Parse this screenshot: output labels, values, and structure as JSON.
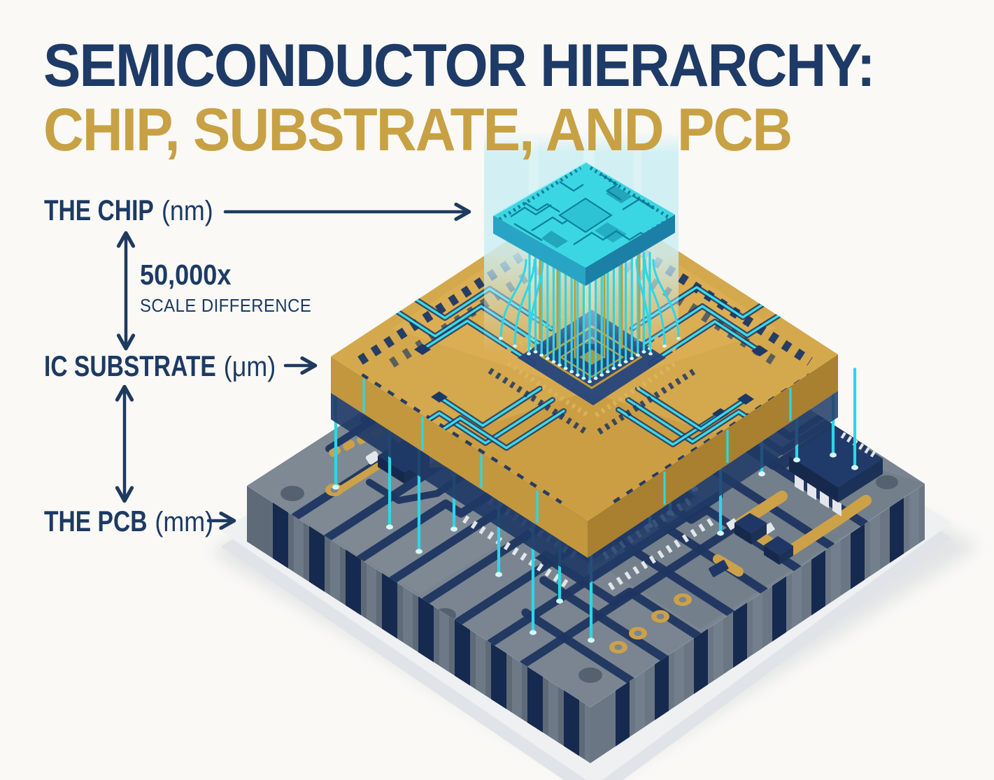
{
  "title": {
    "line1": "SEMICONDUCTOR HIERARCHY:",
    "line2": "CHIP, SUBSTRATE, AND PCB"
  },
  "labels": {
    "chip": {
      "name": "THE CHIP",
      "unit": "(nm)"
    },
    "substrate": {
      "name": "IC SUBSTRATE",
      "unit": "(μm)"
    },
    "pcb": {
      "name": "THE PCB",
      "unit": "(mm)"
    }
  },
  "scale_note": {
    "value": "50,000x",
    "caption": "SCALE DIFFERENCE"
  },
  "palette": {
    "background": "#faf9f6",
    "title_navy": "#1e3a66",
    "title_gold": "#c7a144",
    "label_navy": "#1c3a63",
    "arrow_navy": "#1e3a5f",
    "chip_top": "#3bd6e4",
    "chip_side_left": "#28a4c4",
    "chip_side_right": "#1b7fa6",
    "chip_circuit": "#0c7f9b",
    "glow": "#cdeff3",
    "wire_cyan": "#2bd7e8",
    "trace_cyan": "#39dce8",
    "pin_gold": "#c59b36",
    "substrate_top": "#d4a84c",
    "substrate_side_left": "#c3973d",
    "substrate_side_right": "#a98030",
    "substrate_under_navy": "#203a66",
    "substrate_pad_navy": "#1d3766",
    "pcb_top": "#7a8591",
    "pcb_side_left": "#5e6a78",
    "pcb_side_right": "#6b7684",
    "pcb_stripe": "#16294f",
    "pcb_side_light": "#7b8794",
    "pcb_trace_navy": "#1d3560",
    "pcb_trace_gold": "#cda148",
    "pcb_hole": "#566170",
    "solder_silver": "#e3e6ea",
    "base_white": "#eef0f2",
    "base_white_dark": "#e0e4e8",
    "shadow": "#cfd3d8"
  }
}
